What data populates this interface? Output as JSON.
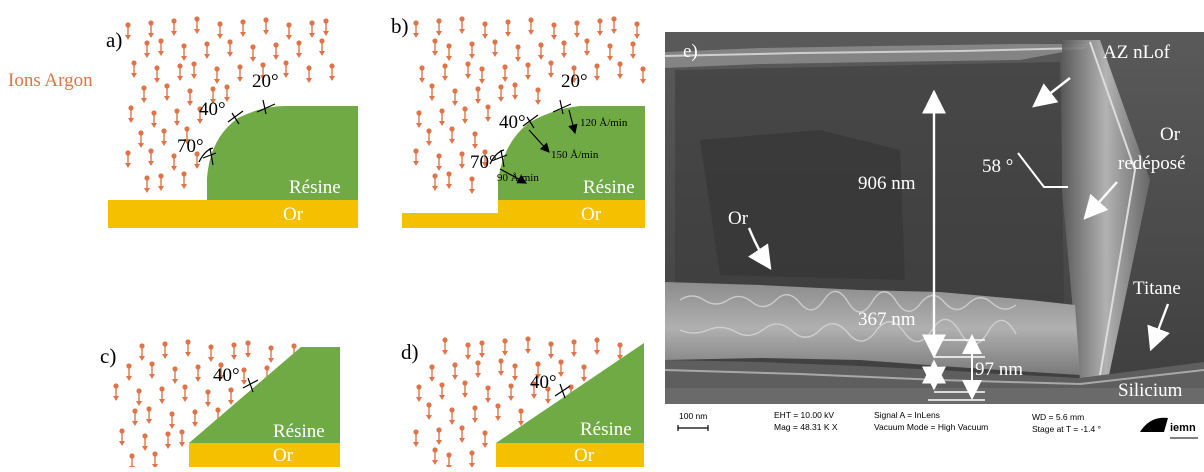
{
  "panels": {
    "a": {
      "letter": "a)",
      "angles": [
        "20°",
        "40°",
        "70°"
      ],
      "resin": "Résine",
      "gold": "Or"
    },
    "b": {
      "letter": "b)",
      "angles": [
        "20°",
        "40°",
        "70°"
      ],
      "rates": [
        "120 Å/min",
        "150 Å/min",
        "90 Å/min"
      ],
      "resin": "Résine",
      "gold": "Or"
    },
    "c": {
      "letter": "c)",
      "angles": [
        "40°"
      ],
      "resin": "Résine",
      "gold": "Or"
    },
    "d": {
      "letter": "d)",
      "angles": [
        "40°"
      ],
      "resin": "Résine",
      "gold": "Or"
    },
    "e": {
      "letter": "e)",
      "labels": {
        "resist": "AZ nLof",
        "redep_1": "Or",
        "redep_2": "redéposé",
        "gold": "Or",
        "titanium": "Titane",
        "silicon": "Silicium"
      },
      "angle": "58 °",
      "dimensions": [
        "906 nm",
        "367 nm",
        "97 nm"
      ],
      "scale_bar": "100 nm",
      "info": {
        "eht": "EHT = 10.00 kV",
        "mag": "Mag = 48.31 K X",
        "signal": "Signal A = InLens",
        "vacuum": "Vacuum Mode = High Vacuum",
        "wd": "WD = 5.6 mm",
        "stage": "Stage at T = -1.4 °",
        "logo": "iemn"
      }
    }
  },
  "ions_label": "Ions Argon",
  "colors": {
    "ion": "#e07448",
    "resin": "#6faa45",
    "gold": "#f5c000",
    "sem_bg": "#4a4a4a"
  }
}
